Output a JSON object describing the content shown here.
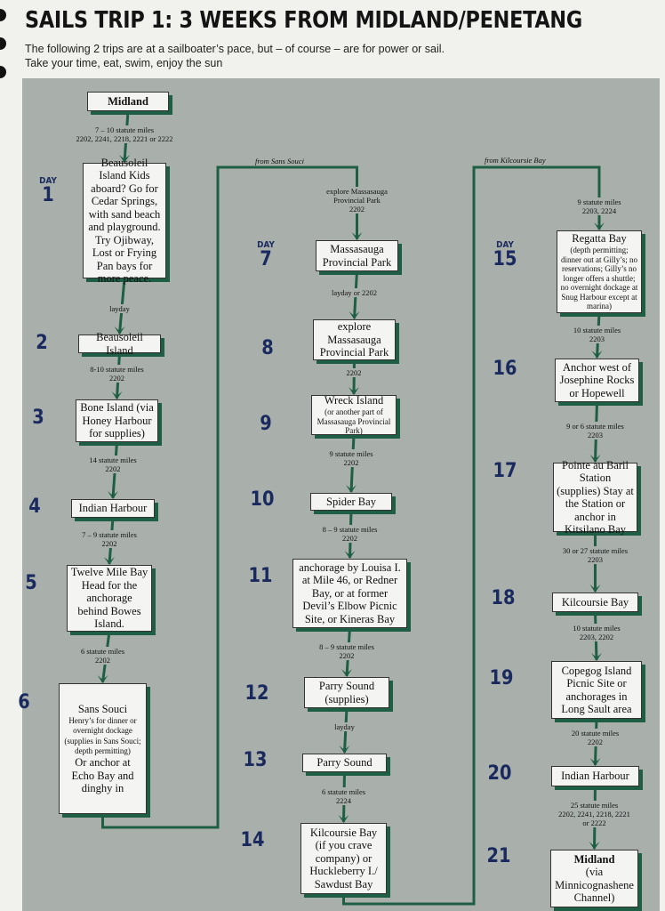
{
  "header": {
    "title": "SAILS TRIP 1: 3 WEEKS FROM MIDLAND/PENETANG",
    "intro": [
      "The following 2 trips are at a sailboater’s pace, but – of course – are for power or sail.",
      "Take your time, eat, swim, enjoy the sun"
    ]
  },
  "day_word": "DAY",
  "connectors": {
    "from_sans_souci": "from Sans Souci",
    "from_kilcoursie": "from Kilcoursie Bay"
  },
  "colors": {
    "panel": "#a9b0ac",
    "line": "#1e5e44",
    "day_number": "#1b2a5e"
  },
  "nodes": [
    {
      "day": "",
      "parts": [
        {
          "kind": "bold",
          "text": "Midland"
        }
      ]
    },
    {
      "day": "1",
      "parts": [
        {
          "kind": "main",
          "text": "Beausoleil Island Kids aboard? Go for Cedar Springs, with sand beach and playground. Try Ojibway, Lost or Frying Pan bays for more peace."
        }
      ]
    },
    {
      "day": "2",
      "parts": [
        {
          "kind": "main",
          "text": "Beausoleil Island"
        }
      ]
    },
    {
      "day": "3",
      "parts": [
        {
          "kind": "main",
          "text": "Bone Island (via Honey Harbour for supplies)"
        }
      ]
    },
    {
      "day": "4",
      "parts": [
        {
          "kind": "main",
          "text": "Indian Harbour"
        }
      ]
    },
    {
      "day": "5",
      "parts": [
        {
          "kind": "main",
          "text": "Twelve Mile Bay Head for the anchorage behind Bowes Island."
        }
      ]
    },
    {
      "day": "6",
      "parts": [
        {
          "kind": "main",
          "text": "Sans Souci"
        },
        {
          "kind": "note",
          "text": "Henry’s for dinner or overnight dockage"
        },
        {
          "kind": "note",
          "text": "(supplies in Sans Souci; depth permitting)"
        },
        {
          "kind": "main",
          "text": "Or anchor at Echo Bay and dinghy in"
        }
      ]
    },
    {
      "day": "7",
      "parts": [
        {
          "kind": "main",
          "text": "Massasauga Provincial Park"
        }
      ]
    },
    {
      "day": "8",
      "parts": [
        {
          "kind": "main",
          "text": "explore Massasauga Provincial Park"
        }
      ]
    },
    {
      "day": "9",
      "parts": [
        {
          "kind": "main",
          "text": "Wreck Island"
        },
        {
          "kind": "note",
          "text": "(or another part of Massasauga Provincial Park)"
        }
      ]
    },
    {
      "day": "10",
      "parts": [
        {
          "kind": "main",
          "text": "Spider Bay"
        }
      ]
    },
    {
      "day": "11",
      "parts": [
        {
          "kind": "main",
          "text": "anchorage by Louisa I. at Mile 46, or Redner Bay, or at former Devil’s Elbow Picnic Site, or Kineras Bay"
        }
      ]
    },
    {
      "day": "12",
      "parts": [
        {
          "kind": "main",
          "text": "Parry Sound (supplies)"
        }
      ]
    },
    {
      "day": "13",
      "parts": [
        {
          "kind": "main",
          "text": "Parry Sound"
        }
      ]
    },
    {
      "day": "14",
      "parts": [
        {
          "kind": "main",
          "text": "Kilcoursie Bay (if you crave company) or Huckleberry I./ Sawdust Bay"
        }
      ]
    },
    {
      "day": "15",
      "parts": [
        {
          "kind": "main",
          "text": "Regatta Bay"
        },
        {
          "kind": "note",
          "text": "(depth permitting; dinner out at Gilly’s; no reservations; Gilly’s no longer offers a shuttle; no overnight dockage at Snug Harbour except at marina)"
        }
      ]
    },
    {
      "day": "16",
      "parts": [
        {
          "kind": "main",
          "text": "Anchor west of Josephine Rocks or Hopewell"
        }
      ]
    },
    {
      "day": "17",
      "parts": [
        {
          "kind": "main",
          "text": "Pointe au Baril Station (supplies) Stay at the Station or anchor in Kitsilano Bay"
        }
      ]
    },
    {
      "day": "18",
      "parts": [
        {
          "kind": "main",
          "text": "Kilcoursie Bay"
        }
      ]
    },
    {
      "day": "19",
      "parts": [
        {
          "kind": "main",
          "text": "Copegog Island Picnic Site or anchorages in Long Sault area"
        }
      ]
    },
    {
      "day": "20",
      "parts": [
        {
          "kind": "main",
          "text": "Indian Harbour"
        }
      ]
    },
    {
      "day": "21",
      "parts": [
        {
          "kind": "bold",
          "text": "Midland"
        },
        {
          "kind": "main",
          "text": "(via Minnicognashene Channel)"
        }
      ]
    }
  ],
  "edges": [
    [
      "7 – 10 statute miles",
      "2202, 2241, 2218, 2221 or 2222"
    ],
    [
      "layday"
    ],
    [
      "8-10 statute miles",
      "2202"
    ],
    [
      "14 statute miles",
      "2202"
    ],
    [
      "7 – 9 statute miles",
      "2202"
    ],
    [
      "6 statute miles",
      "2202"
    ],
    [
      "explore Massasauga",
      "Provincial Park",
      "2202"
    ],
    [
      "layday or 2202"
    ],
    [
      "2202"
    ],
    [
      "9 statute miles",
      "2202"
    ],
    [
      "8 – 9 statute miles",
      "2202"
    ],
    [
      "8 – 9 statute miles",
      "2202"
    ],
    [
      "layday"
    ],
    [
      "6 statute miles",
      "2224"
    ],
    [
      "9 statute miles",
      "2203, 2224"
    ],
    [
      "10 statute miles",
      "2203"
    ],
    [
      "9 or 6 statute miles",
      "2203"
    ],
    [
      "30 or 27 statute miles",
      "2203"
    ],
    [
      "10 statute miles",
      "2203, 2202"
    ],
    [
      "20 statute miles",
      "2202"
    ],
    [
      "25 statute miles",
      "2202, 2241, 2218, 2221",
      "or 2222"
    ]
  ]
}
